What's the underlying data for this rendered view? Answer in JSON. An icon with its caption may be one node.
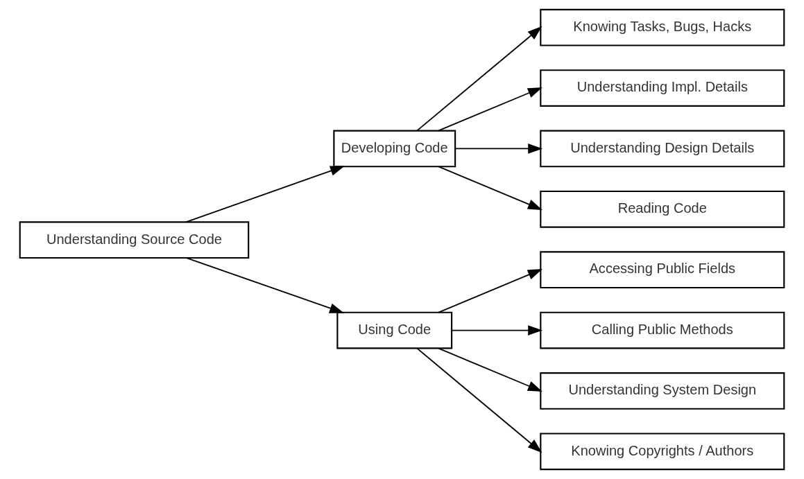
{
  "diagram": {
    "nodes": [
      {
        "text": [
          "Understanding Source Code"
        ]
      },
      {
        "text": [
          "Developing Code"
        ]
      },
      {
        "text": [
          "Using Code"
        ]
      },
      {
        "text": [
          "Knowing Tasks, Bugs, Hacks"
        ]
      },
      {
        "text": [
          "Understanding Impl. Details"
        ]
      },
      {
        "text": [
          "Understanding Design Details"
        ]
      },
      {
        "text": [
          "Reading Code"
        ]
      },
      {
        "text": [
          "Accessing Public Fields"
        ]
      },
      {
        "text": [
          "Calling Public Methods"
        ]
      },
      {
        "text": [
          "Understanding System Design"
        ]
      },
      {
        "text": [
          "Knowing Copyrights / Authors"
        ]
      }
    ],
    "edges": [
      {
        "from": 0,
        "to": 1,
        "arrow": "to"
      },
      {
        "from": 0,
        "to": 2,
        "arrow": "to"
      },
      {
        "from": 1,
        "to": 3,
        "arrow": "to"
      },
      {
        "from": 1,
        "to": 4,
        "arrow": "to"
      },
      {
        "from": 1,
        "to": 5,
        "arrow": "to"
      },
      {
        "from": 1,
        "to": 6,
        "arrow": "to"
      },
      {
        "from": 2,
        "to": 7,
        "arrow": "to"
      },
      {
        "from": 2,
        "to": 8,
        "arrow": "to"
      },
      {
        "from": 2,
        "to": 9,
        "arrow": "to"
      },
      {
        "from": 2,
        "to": 10,
        "arrow": "to"
      }
    ]
  }
}
